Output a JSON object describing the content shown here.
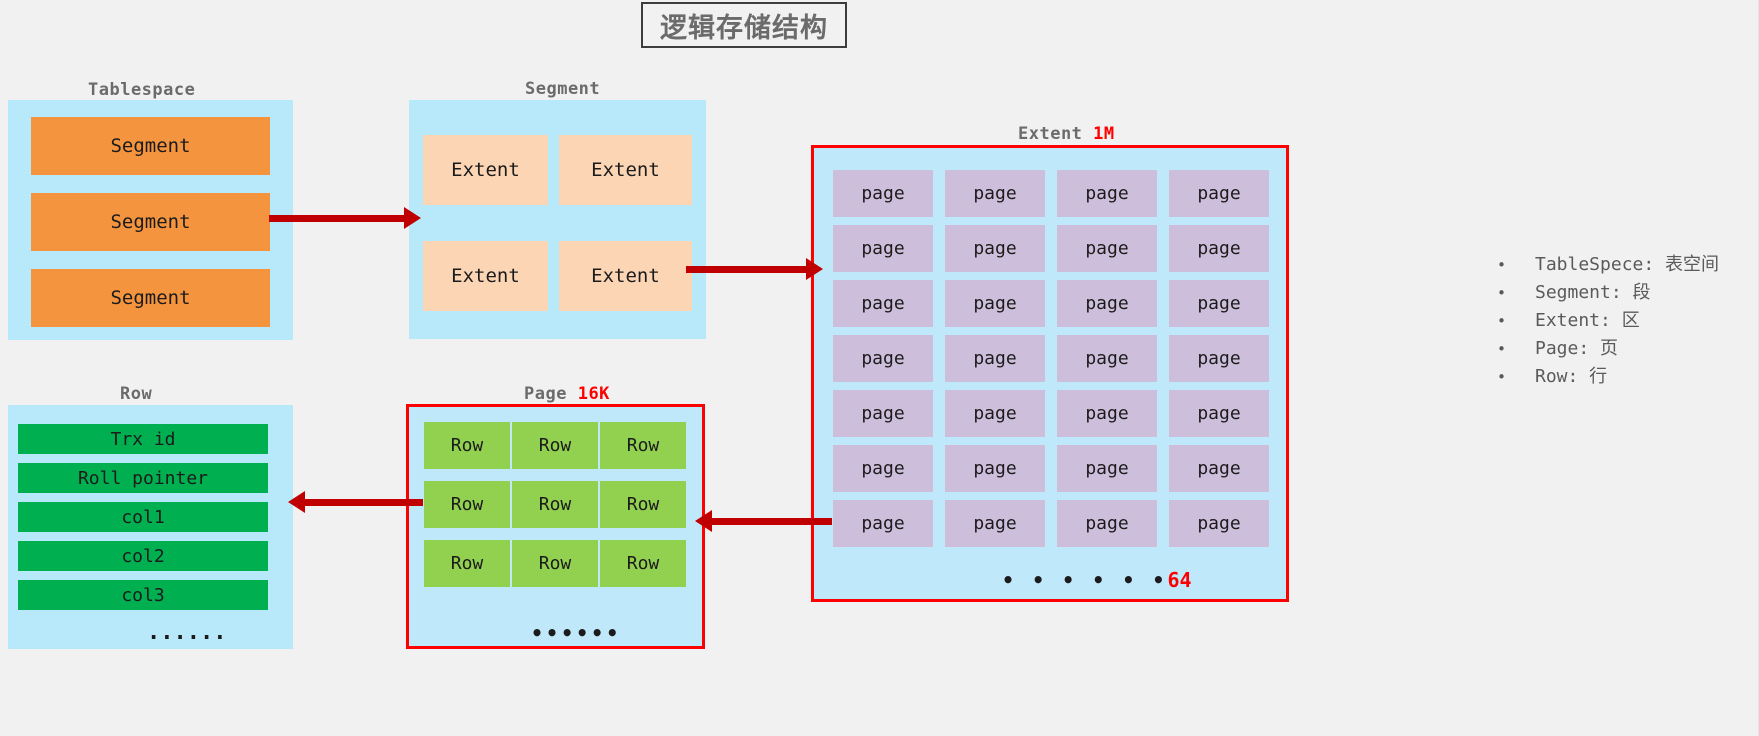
{
  "title": "逻辑存储结构",
  "groups": {
    "tablespace": {
      "caption": "Tablespace",
      "items": [
        "Segment",
        "Segment",
        "Segment"
      ]
    },
    "segment": {
      "caption": "Segment",
      "items": [
        "Extent",
        "Extent",
        "Extent",
        "Extent"
      ]
    },
    "extent": {
      "caption": "Extent",
      "size": "1M",
      "item_label": "page",
      "columns": 4,
      "rows": 7,
      "total_count": "64",
      "ellipsis": "• • • • • •"
    },
    "page": {
      "caption": "Page",
      "size": "16K",
      "item_label": "Row",
      "columns": 3,
      "rows": 3,
      "ellipsis": "••••••"
    },
    "row": {
      "caption": "Row",
      "items": [
        "Trx id",
        "Roll pointer",
        "col1",
        "col2",
        "col3"
      ],
      "ellipsis": "......"
    }
  },
  "legend": {
    "bullet": "•",
    "items": [
      "TableSpece: 表空间",
      "Segment: 段",
      "Extent: 区",
      "Page: 页",
      "Row: 行"
    ]
  },
  "colors": {
    "panel": "#b8e9fb",
    "segment": "#f4943f",
    "extent": "#fcd5b5",
    "page": "#cdbfdc",
    "row": "#92d050",
    "field": "#00b050",
    "accent": "#ff0000",
    "arrow": "#c00000",
    "background": "#f1f1f1"
  }
}
